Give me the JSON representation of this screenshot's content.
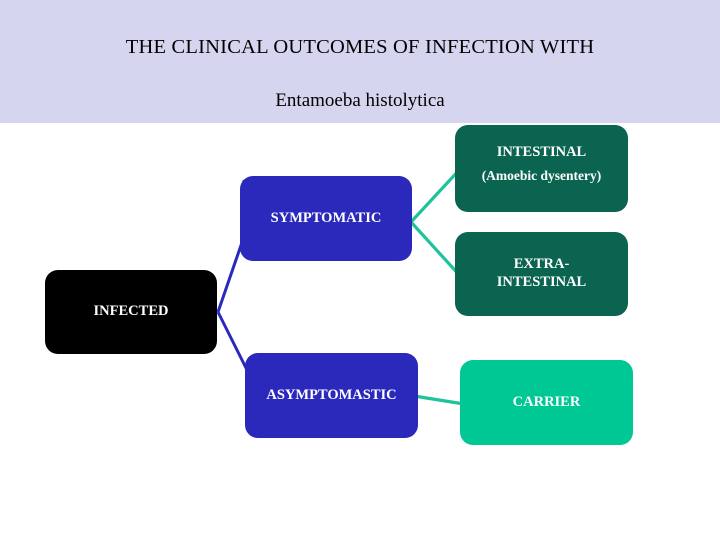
{
  "slide": {
    "background_color": "#ffffff",
    "banner_color": "#d5d5f0",
    "title_line_1": "THE CLINICAL OUTCOMES OF INFECTION WITH",
    "title_line_2": "Entamoeba histolytica"
  },
  "palette": {
    "banner": "#d5d5f0",
    "dark_green": "#0a6450",
    "spring_green": "#00c894",
    "indigo_blue": "#2b28bc",
    "black": "#000000",
    "teal_connector": "#1fc39a",
    "navy_connector": "#2b28bc",
    "text_on_node": "#ffffff"
  },
  "nodes": {
    "infected": {
      "label": "INFECTED",
      "fill": "#000000"
    },
    "symptomatic": {
      "label": "SYMPTOMATIC",
      "fill": "#2b28bc"
    },
    "asymptomastic": {
      "label": "ASYMPTOMASTIC",
      "fill": "#2b28bc"
    },
    "intestinal": {
      "label": "INTESTINAL",
      "sublabel": "(Amoebic dysentery)",
      "fill": "#0a6450"
    },
    "extra_intestinal": {
      "label_line_1": "EXTRA-",
      "label_line_2": "INTESTINAL",
      "fill": "#0a6450"
    },
    "carrier": {
      "label": "CARRIER",
      "fill": "#00c894"
    }
  },
  "connectors": [
    {
      "name": "infected-to-symptomatic",
      "color": "#2b28bc"
    },
    {
      "name": "infected-to-asymptomastic",
      "color": "#2b28bc"
    },
    {
      "name": "symptomatic-to-intestinal",
      "color": "#1fc39a"
    },
    {
      "name": "symptomatic-to-extra-intestinal",
      "color": "#1fc39a"
    },
    {
      "name": "asymptomastic-to-carrier",
      "color": "#1fc39a"
    }
  ]
}
